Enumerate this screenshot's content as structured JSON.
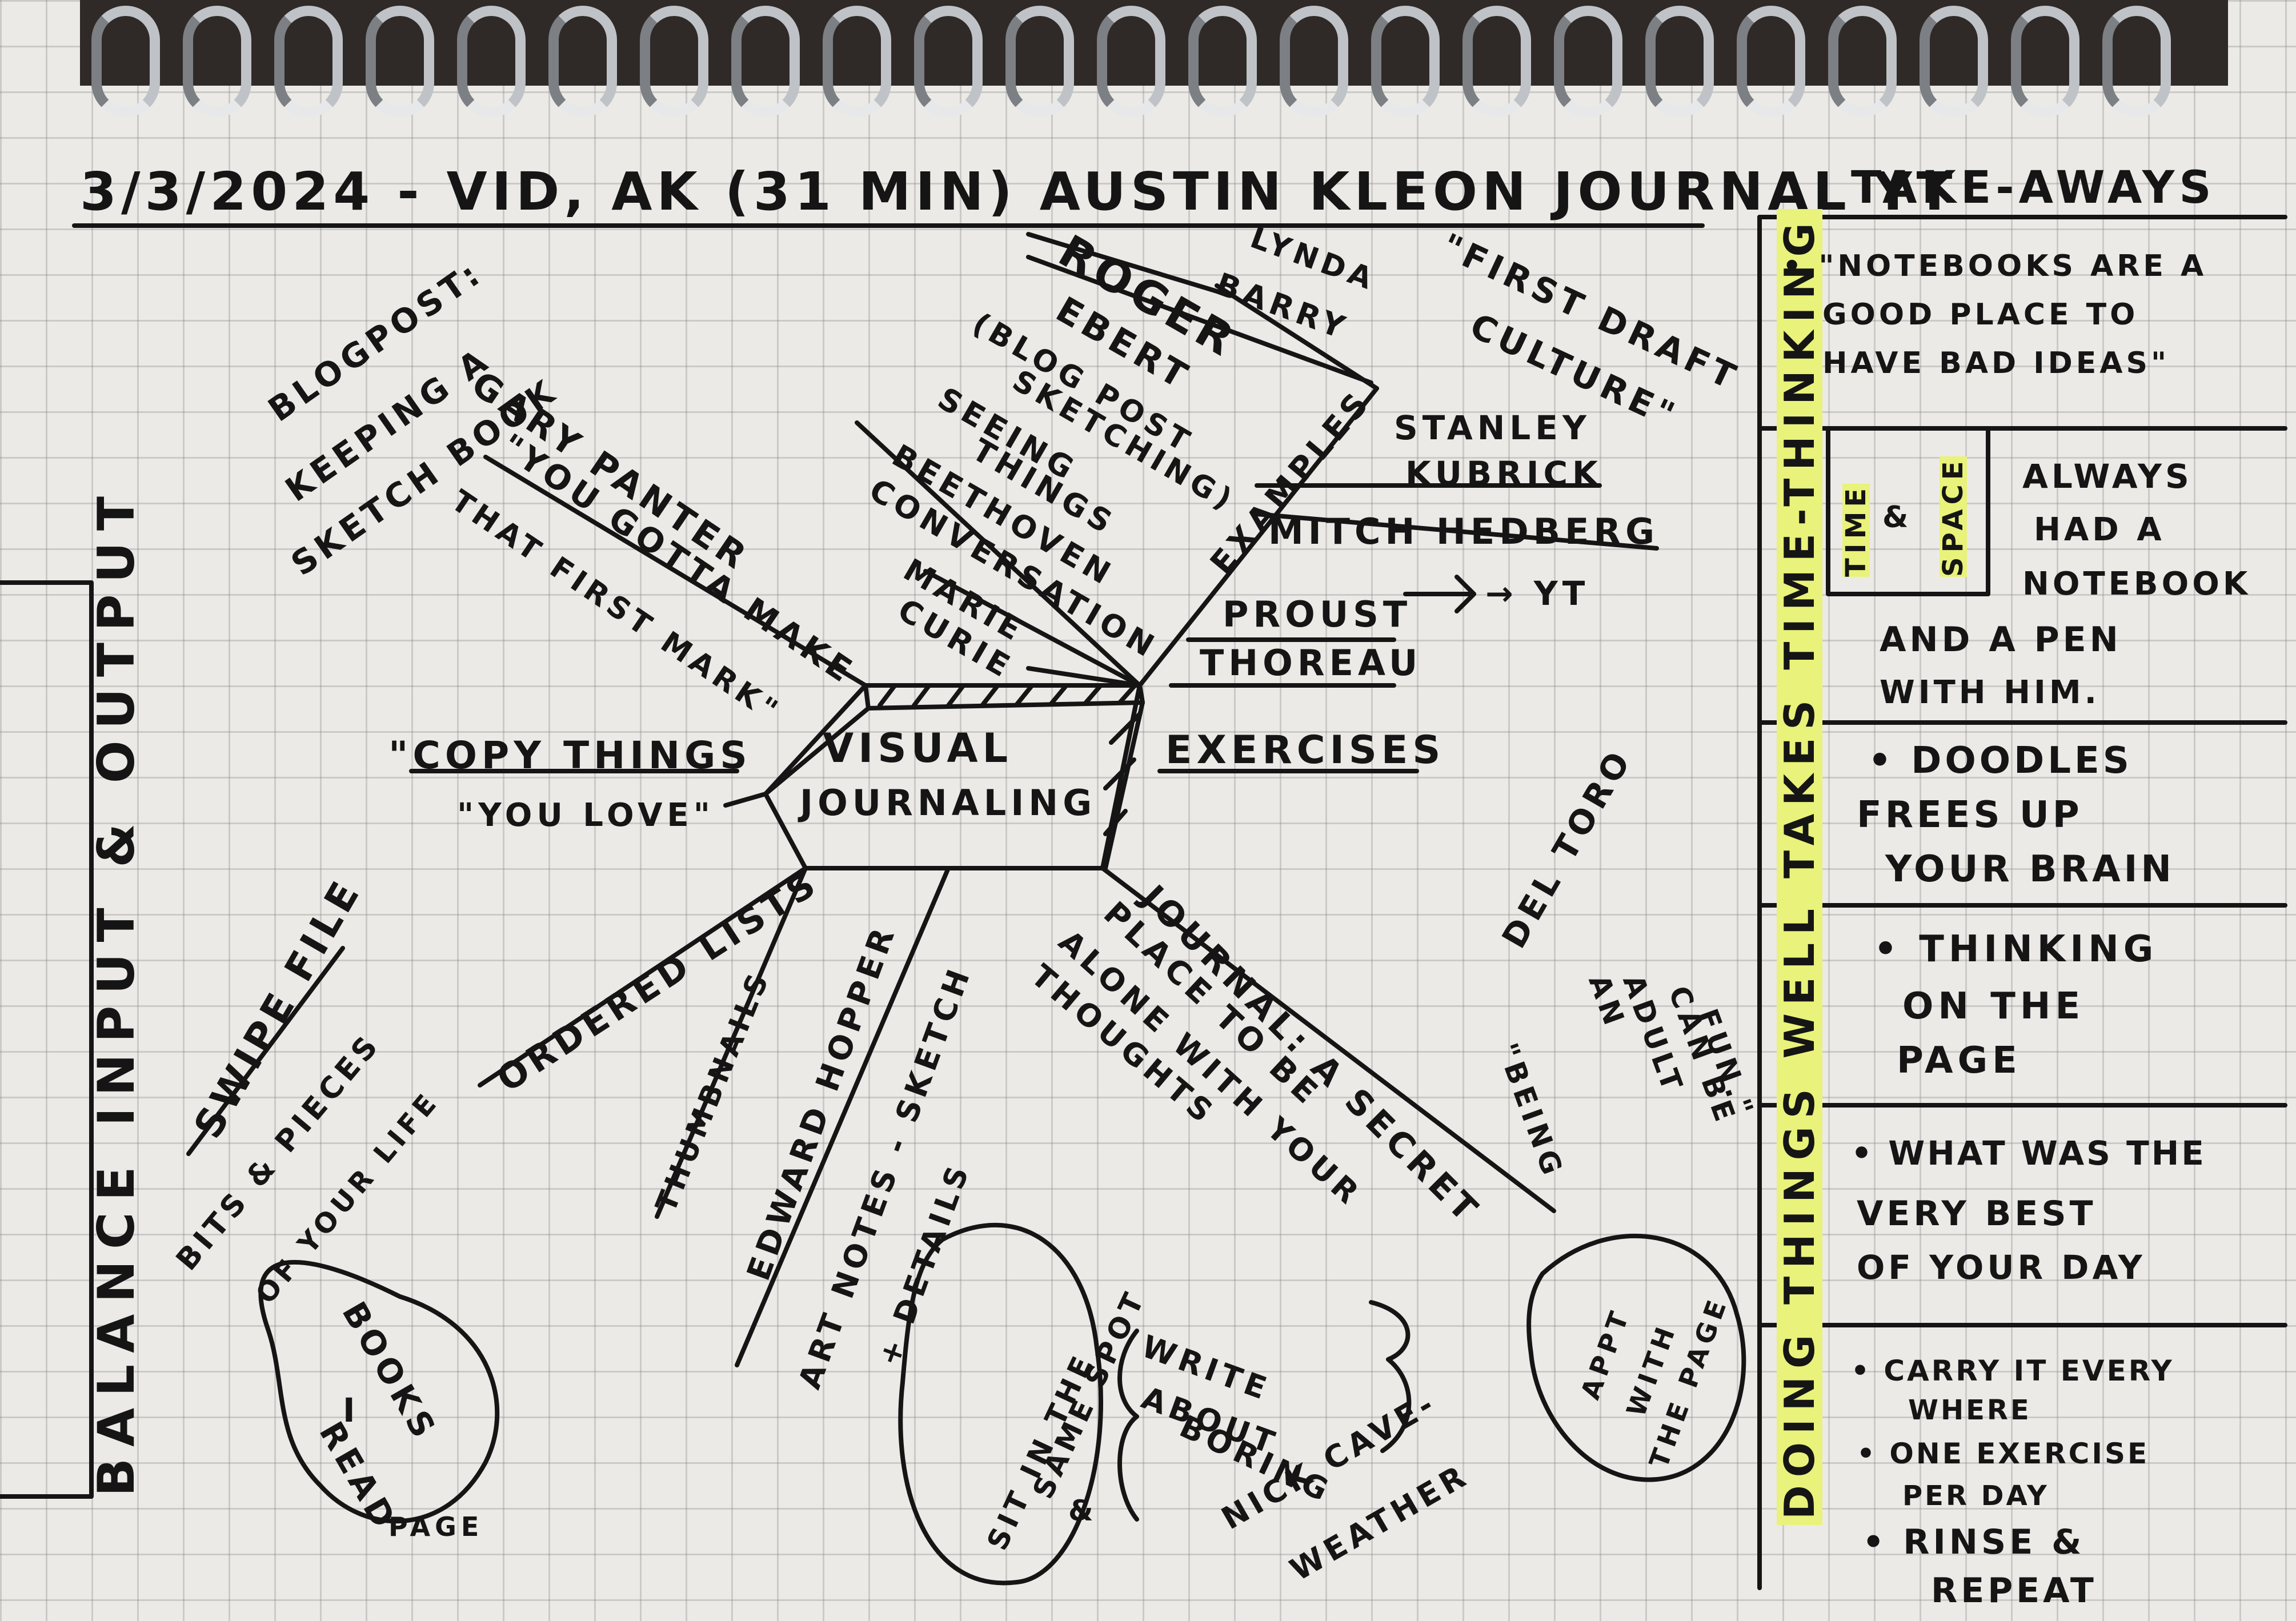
{
  "header": {
    "title": "3/3/2024 - VID, AK (31 MIN) AUSTIN KLEON JOURNAL YT",
    "takeaways_heading": "TAKE-AWAYS"
  },
  "left_margin": {
    "text": "BALANCE INPUT & OUTPUT"
  },
  "center": {
    "line1": "VISUAL",
    "line2": "JOURNALING"
  },
  "branches": {
    "blogpost": [
      "BLOGPOST:",
      "KEEPING A",
      "SKETCH BOOK"
    ],
    "gary_panter": [
      "GARY PANTER",
      "\"YOU GOTTA MAKE",
      "THAT FIRST MARK\""
    ],
    "copy_things": [
      "\"COPY THINGS",
      "\"YOU LOVE\""
    ],
    "roger": [
      "ROGER",
      "EBERT",
      "(BLOG POST",
      "SKETCHING)"
    ],
    "seeing_things": [
      "SEEING",
      "THINGS"
    ],
    "beethoven": [
      "BEETHOVEN",
      "CONVERSATION"
    ],
    "marie_curie": [
      "MARIE",
      "CURIE"
    ],
    "lynda_barry": [
      "LYNDA",
      "BARRY"
    ],
    "first_draft": [
      "\"FIRST DRAFT",
      "CULTURE\""
    ],
    "examples": "EXAMPLES",
    "stanley_kubrick": [
      "STANLEY",
      "KUBRICK"
    ],
    "mitch_hedberg": "MITCH HEDBERG",
    "mitch_arrow": "→ YT",
    "proust": "PROUST",
    "thoreau": "THOREAU",
    "exercises": "EXERCISES",
    "swipe_file": "SWIPE FILE",
    "bits_pieces": [
      "BITS & PIECES",
      "OF YOUR LIFE"
    ],
    "ordered_lists": "ORDERED LISTS",
    "thumbnails": "THUMBNAILS",
    "edward_hopper": "EDWARD HOPPER",
    "art_notes": [
      "ART NOTES - SKETCH",
      "+ DETAILS"
    ],
    "journal_secret": [
      "JOURNAL: A SECRET",
      "PLACE TO BE",
      "ALONE WITH YOUR",
      "THOUGHTS"
    ],
    "del_toro": [
      "DEL TORO",
      "\"BEING",
      "AN",
      "ADULT",
      "CAN BE",
      "FUN.\""
    ],
    "books_read": [
      "BOOKS",
      "I",
      "READ"
    ],
    "page_label": "PAGE",
    "sit_same_spot": [
      "SIT IN THE",
      "SAME SPOT",
      "&"
    ],
    "write_boring": [
      "WRITE",
      "ABOUT",
      "BORING",
      "NICK CAVE-",
      "WEATHER"
    ],
    "appt_page": [
      "APPT",
      "WITH",
      "THE PAGE"
    ]
  },
  "takeaways": {
    "t1": [
      "• \"NOTEBOOKS ARE A",
      "GOOD PLACE TO",
      "HAVE BAD IDEAS\""
    ],
    "time_space": [
      "TIME",
      "&",
      "SPACE"
    ],
    "always": [
      "ALWAYS",
      "HAD A",
      "NOTEBOOK",
      "AND A PEN",
      "WITH HIM."
    ],
    "t2": [
      "• DOODLES",
      "FREES UP",
      "YOUR BRAIN"
    ],
    "t3": [
      "• THINKING",
      "ON THE",
      "PAGE"
    ],
    "t4": [
      "• WHAT WAS THE",
      "VERY BEST",
      "OF YOUR DAY"
    ],
    "t5": [
      "• CARRY IT EVERY",
      "WHERE",
      "• ONE EXERCISE",
      "PER DAY",
      "• RINSE &",
      "REPEAT"
    ],
    "vertical_highlight": "DOING THINGS WELL TAKES TIME-THINKING"
  },
  "colors": {
    "ink": "#151515",
    "paper": "#eceae6",
    "grid": "#9a9a9a",
    "highlighter": "#e9f27a"
  }
}
